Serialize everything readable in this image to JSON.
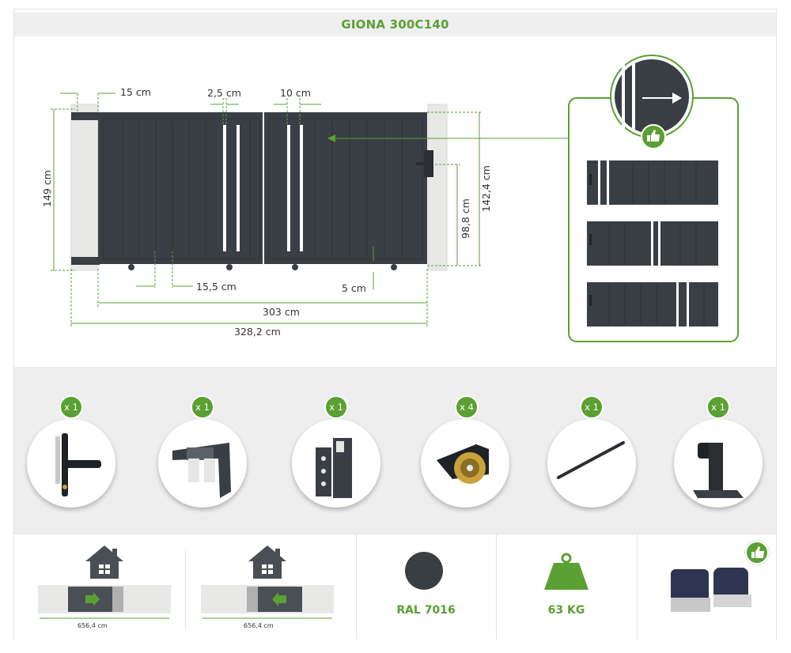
{
  "title": "GIONA 300C140",
  "dimensions": {
    "post_width": "15 cm",
    "slot_gap": "2,5 cm",
    "slot_spacing": "10 cm",
    "total_height": "149 cm",
    "panel_height": "142,4 cm",
    "lock_height": "98,8 cm",
    "wheel_offset": "15,5 cm",
    "ground_clearance": "5 cm",
    "gate_width": "303 cm",
    "overall_width": "328,2 cm"
  },
  "parts": [
    {
      "name": "handle",
      "qty": "x 1"
    },
    {
      "name": "guide-bracket",
      "qty": "x 1"
    },
    {
      "name": "latch-bracket",
      "qty": "x 1"
    },
    {
      "name": "wheel",
      "qty": "x 4"
    },
    {
      "name": "rail",
      "qty": "x 1"
    },
    {
      "name": "end-stop",
      "qty": "x 1"
    }
  ],
  "opening": [
    {
      "direction": "right",
      "width": "656,4 cm"
    },
    {
      "direction": "left",
      "width": "656,4 cm"
    }
  ],
  "color": {
    "label": "RAL 7016",
    "hex": "#383e42"
  },
  "weight": {
    "label": "63 KG"
  },
  "colors": {
    "accent": "#5aa032",
    "panel": "#3a3f45"
  },
  "icons": [
    "house-icon",
    "arrow-icon",
    "weight-icon",
    "thumbs-up-icon",
    "motor-icon"
  ]
}
